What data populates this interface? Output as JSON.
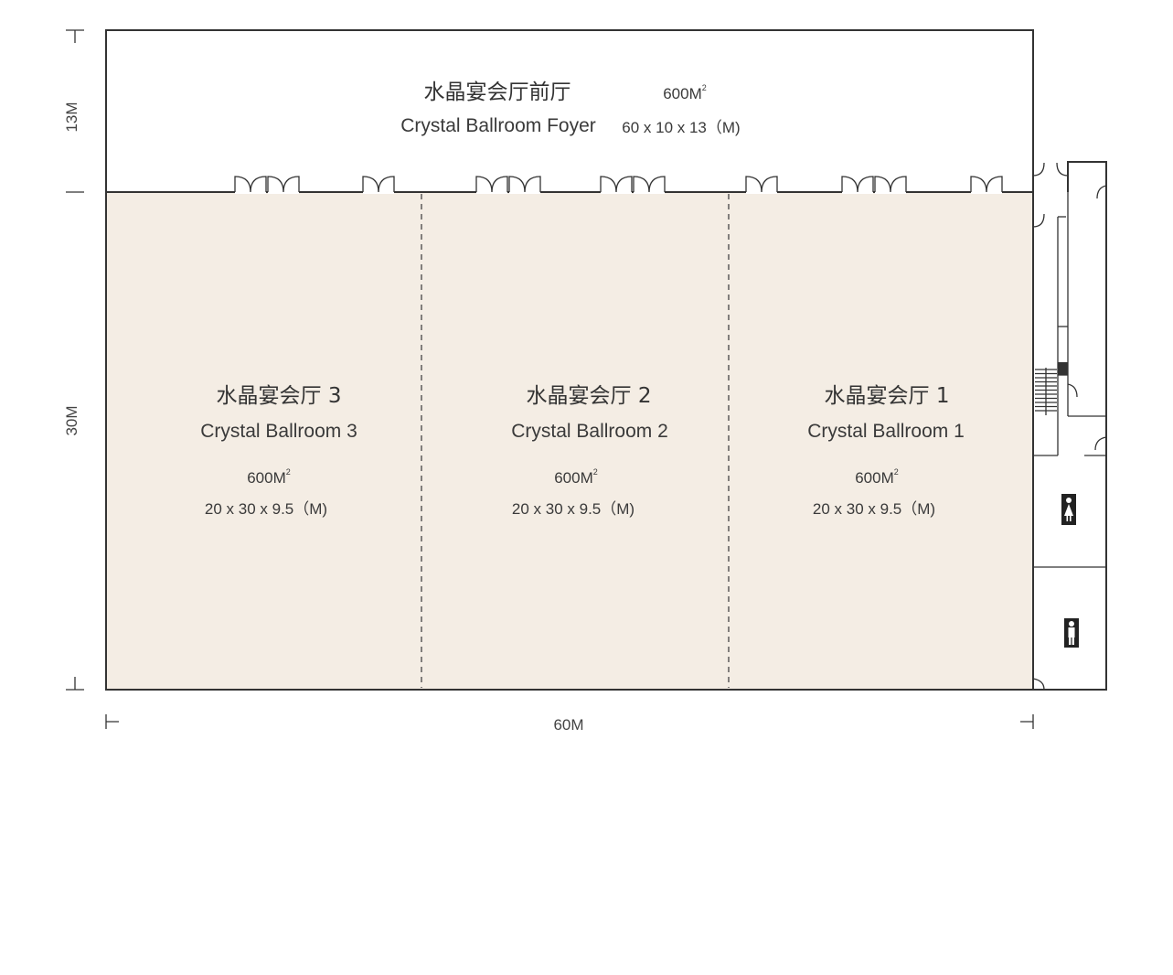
{
  "foyer": {
    "name_zh": "水晶宴会厅前厅",
    "name_en": "Crystal Ballroom Foyer",
    "area": "600M",
    "area_sup": "2",
    "dimensions": "60 x 10 x 13（M)"
  },
  "rooms": [
    {
      "name_zh": "水晶宴会厅 3",
      "name_en": "Crystal Ballroom 3",
      "area": "600M",
      "area_sup": "2",
      "dimensions": "20 x 30 x 9.5（M)"
    },
    {
      "name_zh": "水晶宴会厅 2",
      "name_en": "Crystal Ballroom 2",
      "area": "600M",
      "area_sup": "2",
      "dimensions": "20 x 30 x 9.5（M)"
    },
    {
      "name_zh": "水晶宴会厅 1",
      "name_en": "Crystal Ballroom 1",
      "area": "600M",
      "area_sup": "2",
      "dimensions": "20 x 30 x 9.5（M)"
    }
  ],
  "dimension_labels": {
    "foyer_depth": "13M",
    "ballroom_depth": "30M",
    "total_width": "60M"
  },
  "icons": {
    "restroom_women": "female-restroom-icon",
    "restroom_men": "male-restroom-icon",
    "stairs": "stairs-icon"
  },
  "colors": {
    "ballroom_fill": "#f4ede4",
    "wall": "#333333"
  }
}
